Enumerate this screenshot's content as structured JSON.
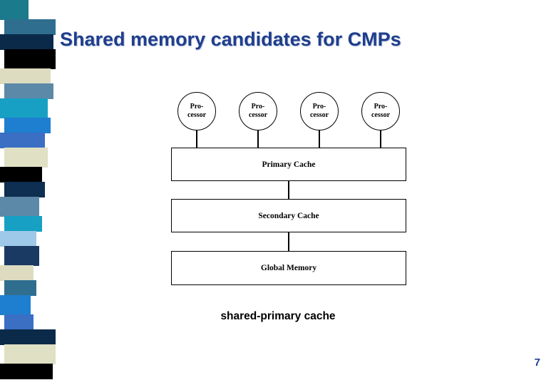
{
  "slide": {
    "title": "Shared memory candidates for CMPs",
    "caption": "shared-primary cache",
    "page_number": "7",
    "title_color": "#1F3E8C"
  },
  "diagram": {
    "processors": [
      {
        "line1": "Pro-",
        "line2": "cessor"
      },
      {
        "line1": "Pro-",
        "line2": "cessor"
      },
      {
        "line1": "Pro-",
        "line2": "cessor"
      },
      {
        "line1": "Pro-",
        "line2": "cessor"
      }
    ],
    "boxes": [
      {
        "label": "Primary Cache"
      },
      {
        "label": "Secondary Cache"
      },
      {
        "label": "Global Memory"
      }
    ]
  },
  "decor": {
    "stripe_colors": [
      "#1B7A8C",
      "#2F6E8F",
      "#0B2A4A",
      "#000000",
      "#DDDCC0",
      "#5D89A8",
      "#17A0C4",
      "#1E7FD0",
      "#3A6FC4",
      "#DFE0C4",
      "#000000",
      "#0E2E52",
      "#5D89A8",
      "#17A0C4",
      "#9FC9E8",
      "#1B3A63",
      "#DDDCC0",
      "#2F6E8F",
      "#1E7FD0",
      "#3A6FC4",
      "#0B2A4A",
      "#DFE0C4",
      "#000000"
    ]
  }
}
